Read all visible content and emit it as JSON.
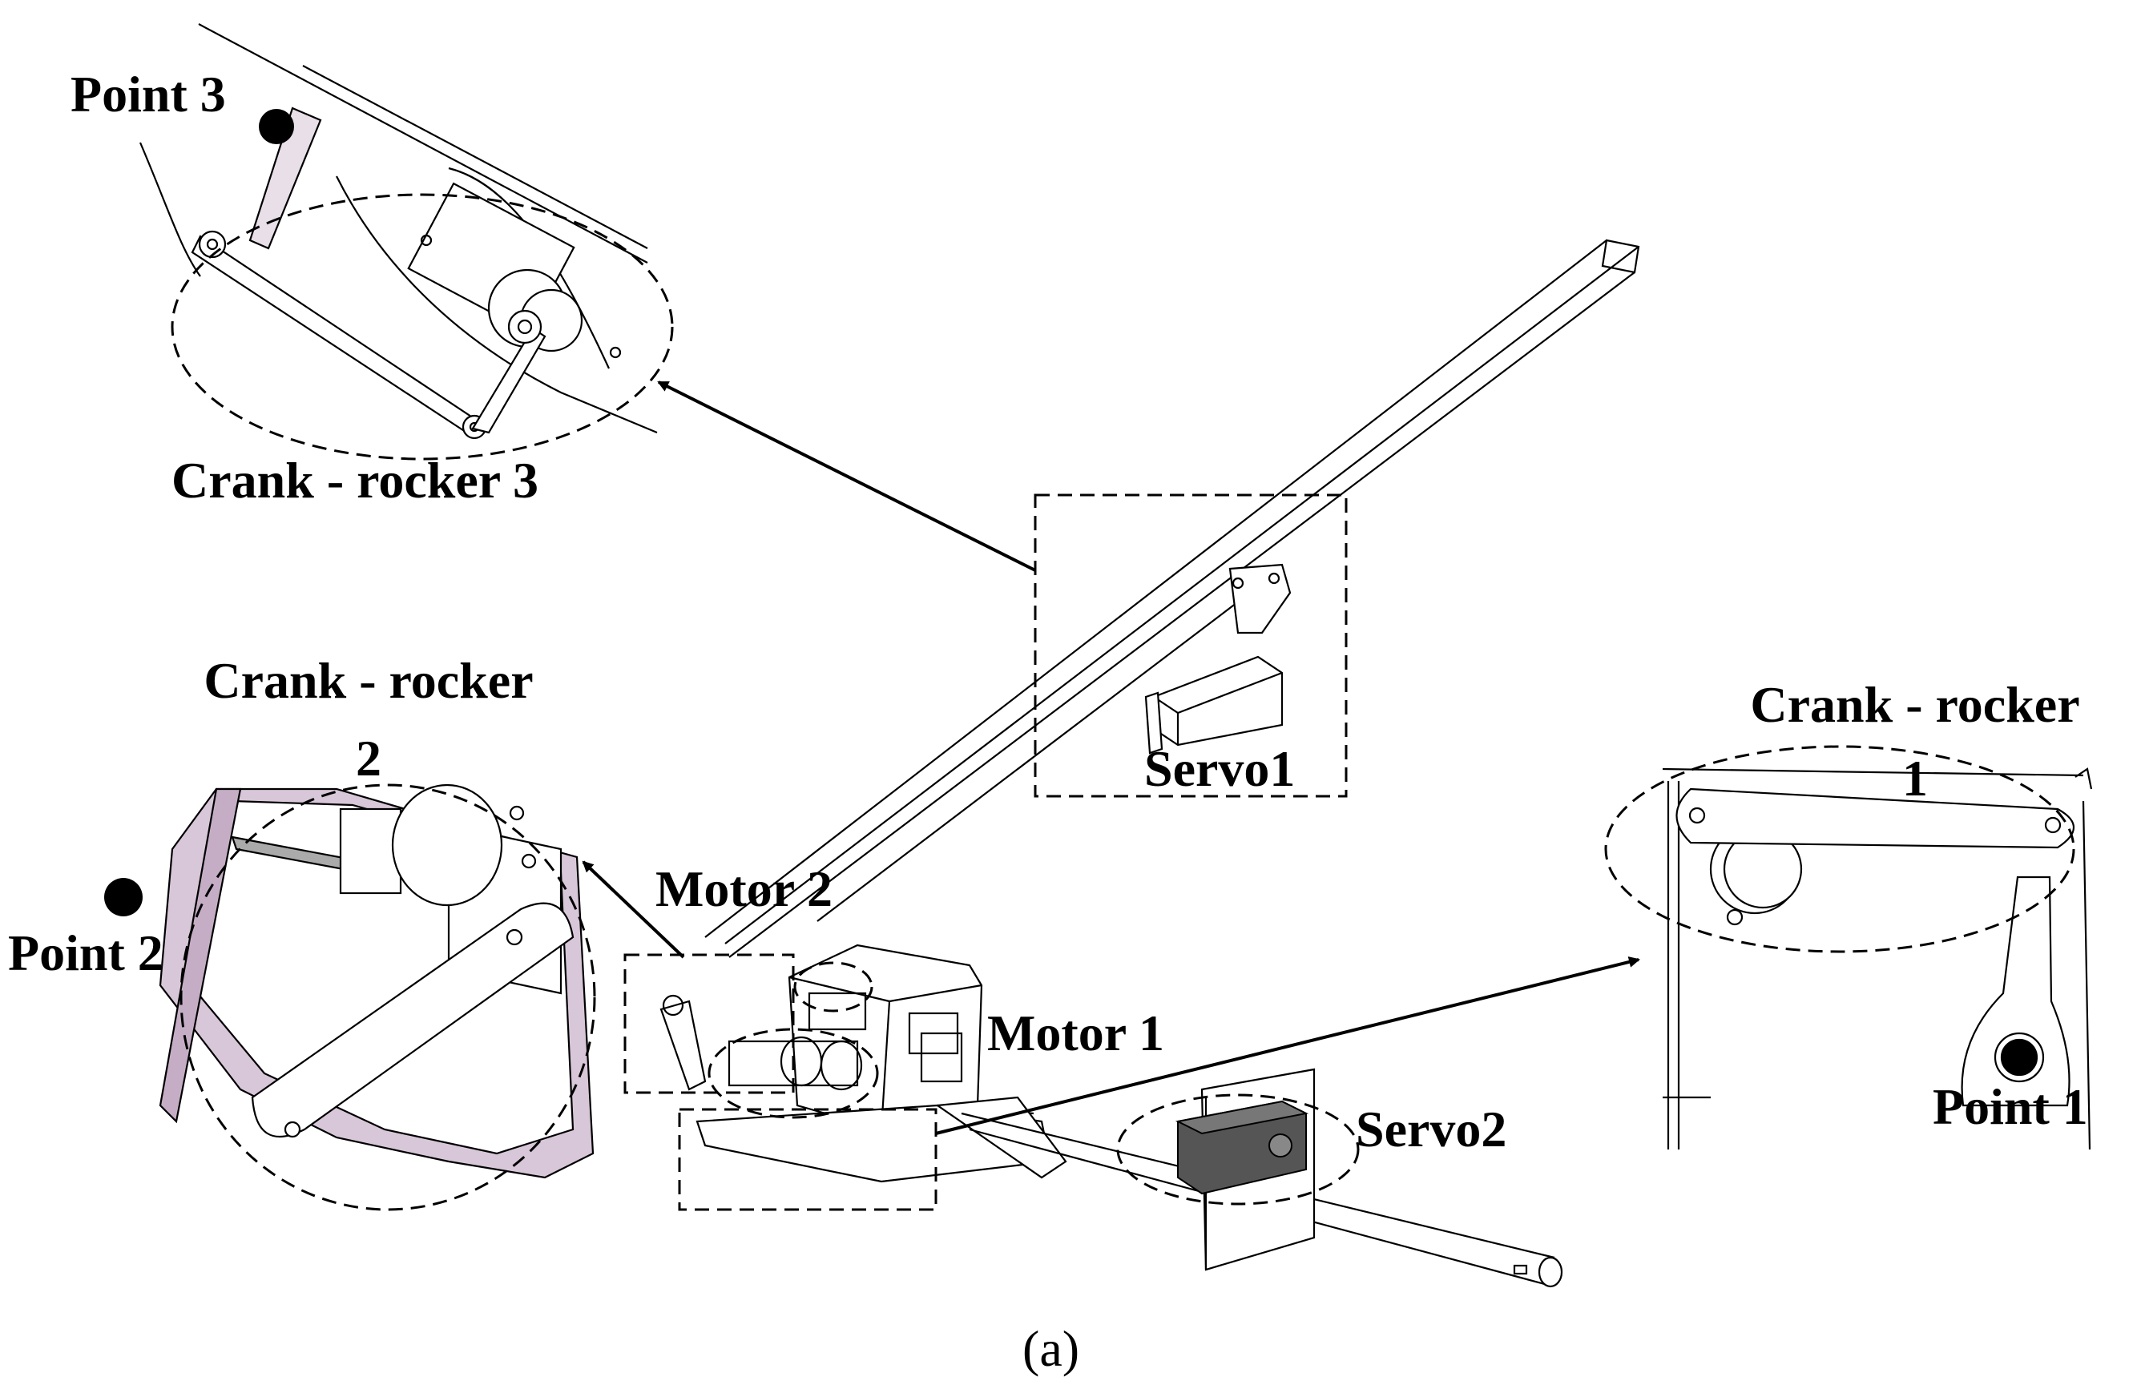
{
  "figure": {
    "caption": "(a)"
  },
  "labels": {
    "point3": "Point 3",
    "crank_rocker_3": "Crank - rocker 3",
    "crank_rocker_2_line1": "Crank - rocker",
    "crank_rocker_2_line2": "2",
    "point2": "Point 2",
    "motor2": "Motor 2",
    "motor1": "Motor 1",
    "servo1": "Servo1",
    "servo2": "Servo2",
    "crank_rocker_1_line1": "Crank - rocker",
    "crank_rocker_1_line2": "1",
    "point1": "Point 1"
  },
  "colors": {
    "line": "#000000",
    "servo_body": "#4a4a4a",
    "mauve_part": "#c9b3c9"
  }
}
